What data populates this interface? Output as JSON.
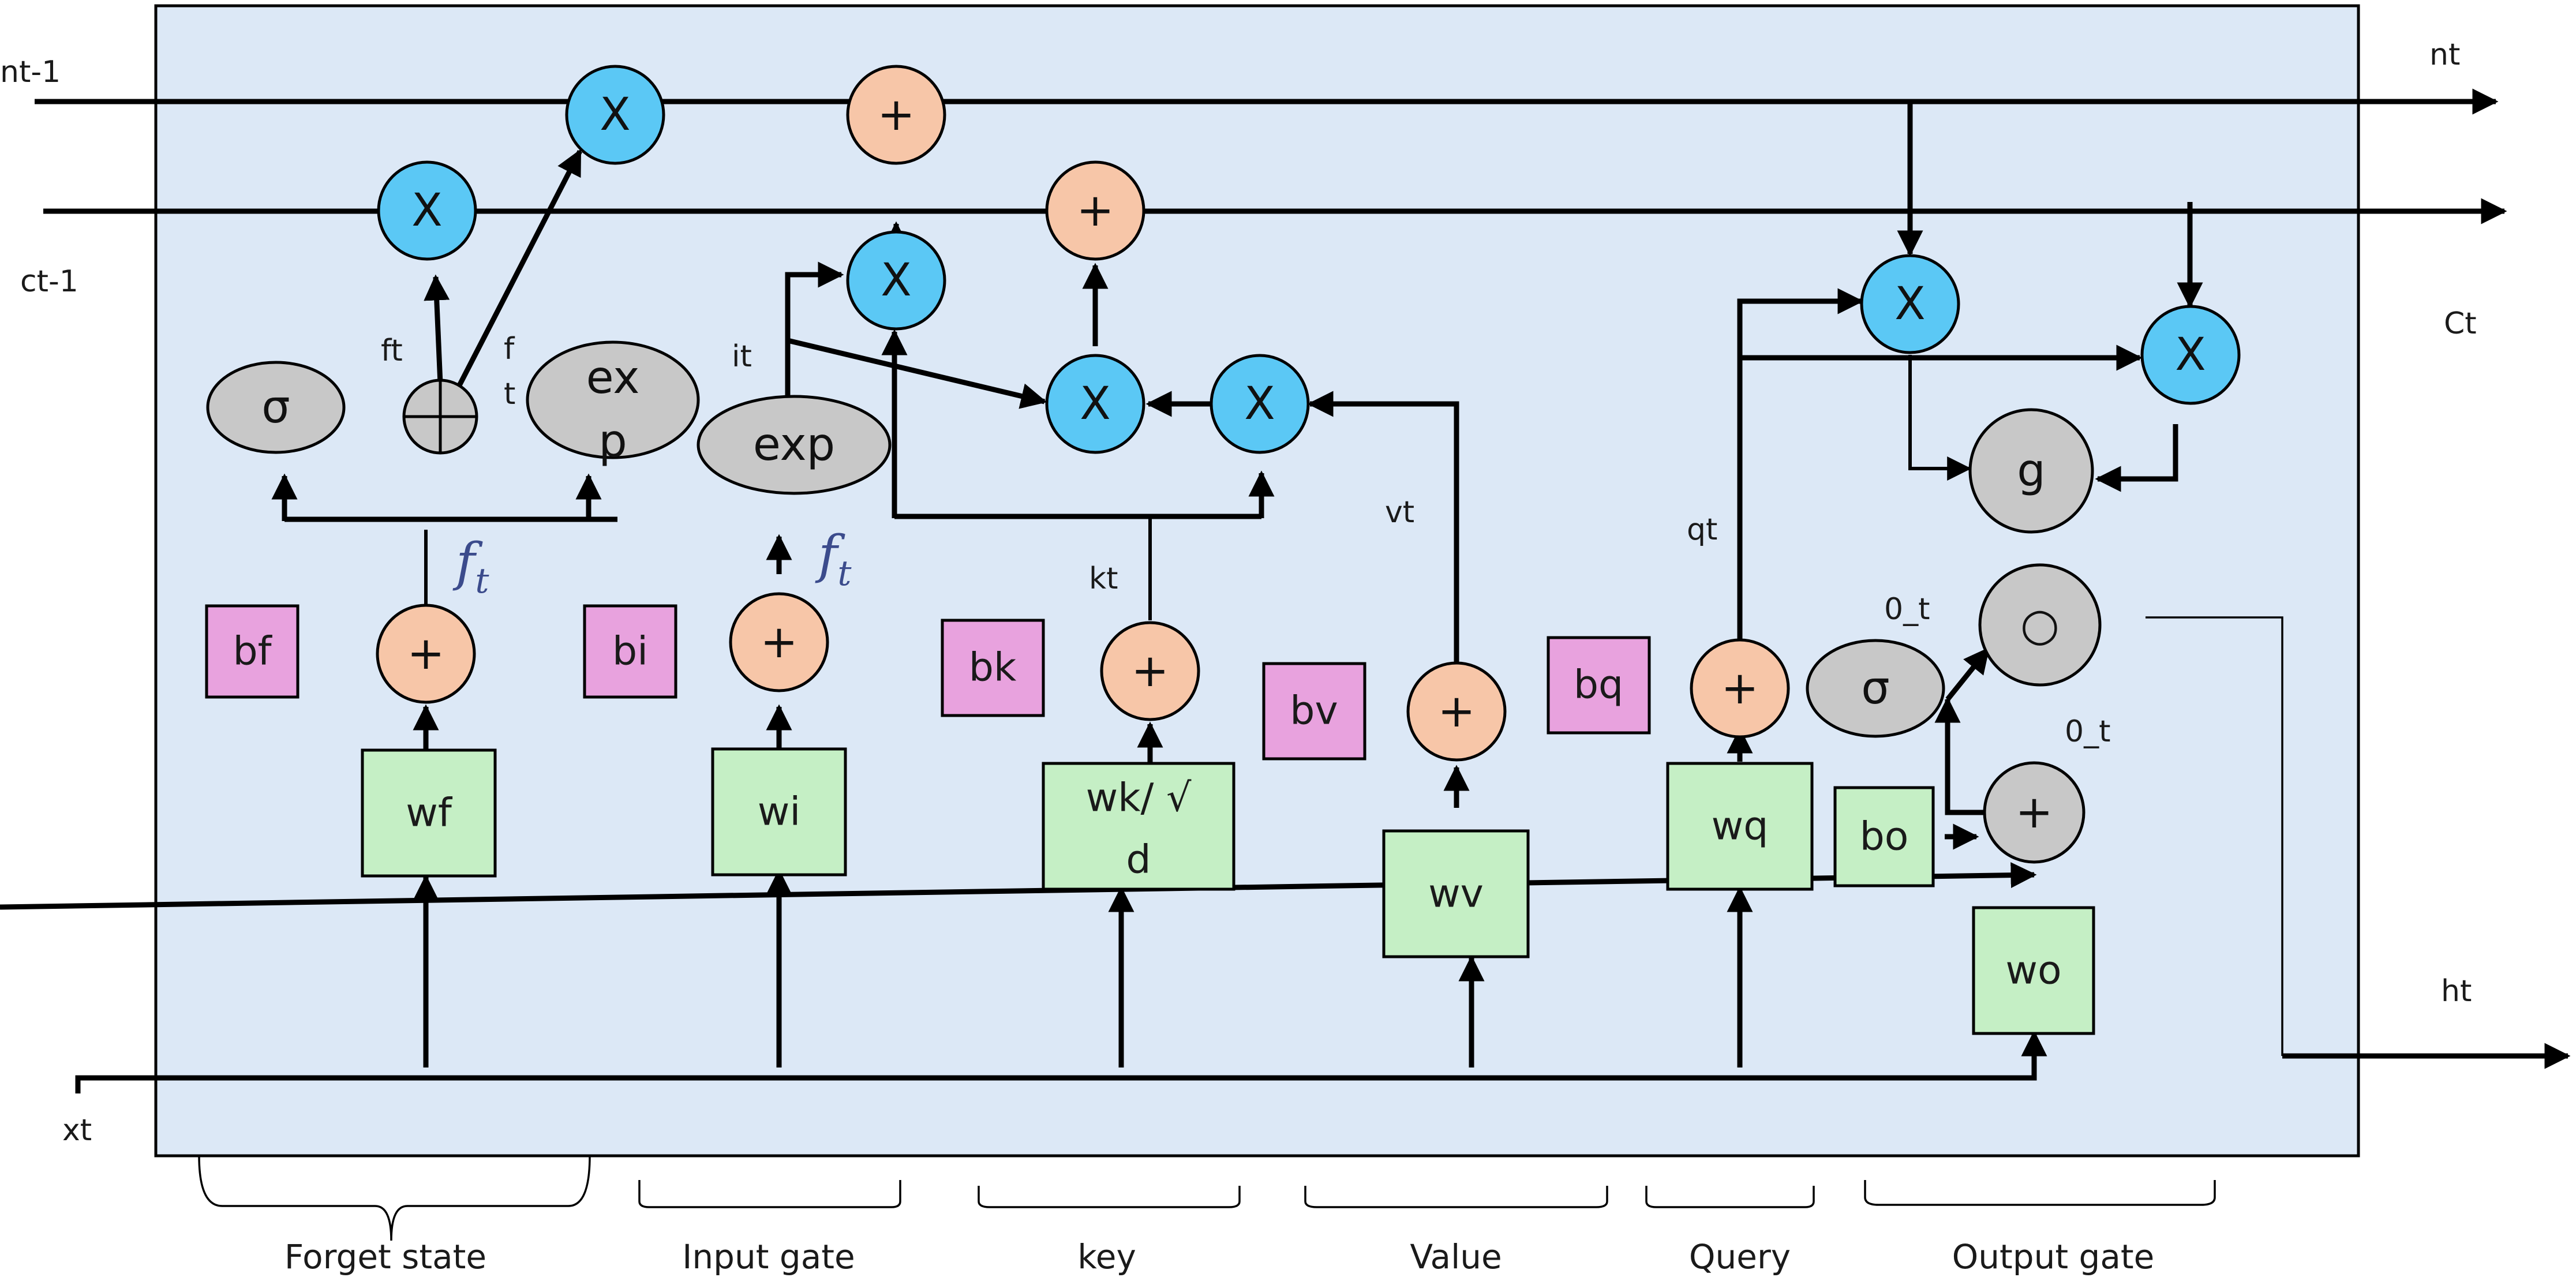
{
  "labels": {
    "nt_prev": "nt-1",
    "ct_prev": "ct-1",
    "nt": "nt",
    "ct": "Ct",
    "xt": "xt",
    "ht": "ht",
    "ft": "ft",
    "f_split_1": "f",
    "f_split_2": "t",
    "it": "it",
    "kt": "kt",
    "vt": "vt",
    "qt": "qt",
    "o_t_1": "0_t",
    "o_t_2": "0_t",
    "f_t_formula_1": "f",
    "f_t_formula_1_sub": "t",
    "f_t_formula_2": "f",
    "f_t_formula_2_sub": "t"
  },
  "ops": {
    "multiply": "X",
    "add": "+",
    "sigma": "σ",
    "exp_split_1": "ex",
    "exp_split_2": "p",
    "exp": "exp",
    "g": "g",
    "circle": "○"
  },
  "weights": {
    "wf": "wf",
    "wi": "wi",
    "wk_1": "wk/ √",
    "wk_2": "d",
    "wv": "wv",
    "wq": "wq",
    "wo": "wo",
    "bo": "bo"
  },
  "biases": {
    "bf": "bf",
    "bi": "bi",
    "bk": "bk",
    "bv": "bv",
    "bq": "bq"
  },
  "sections": {
    "forget": "Forget state",
    "input": "Input gate",
    "key": "key",
    "value": "Value",
    "query": "Query",
    "output": "Output gate"
  },
  "colors": {
    "cell_background": "#dce8f6",
    "multiply_node": "#5bc8f5",
    "add_node": "#f7c6a8",
    "gray_node": "#c8c8c8",
    "weight_box": "#c5efc5",
    "bias_box": "#e8a2de"
  }
}
